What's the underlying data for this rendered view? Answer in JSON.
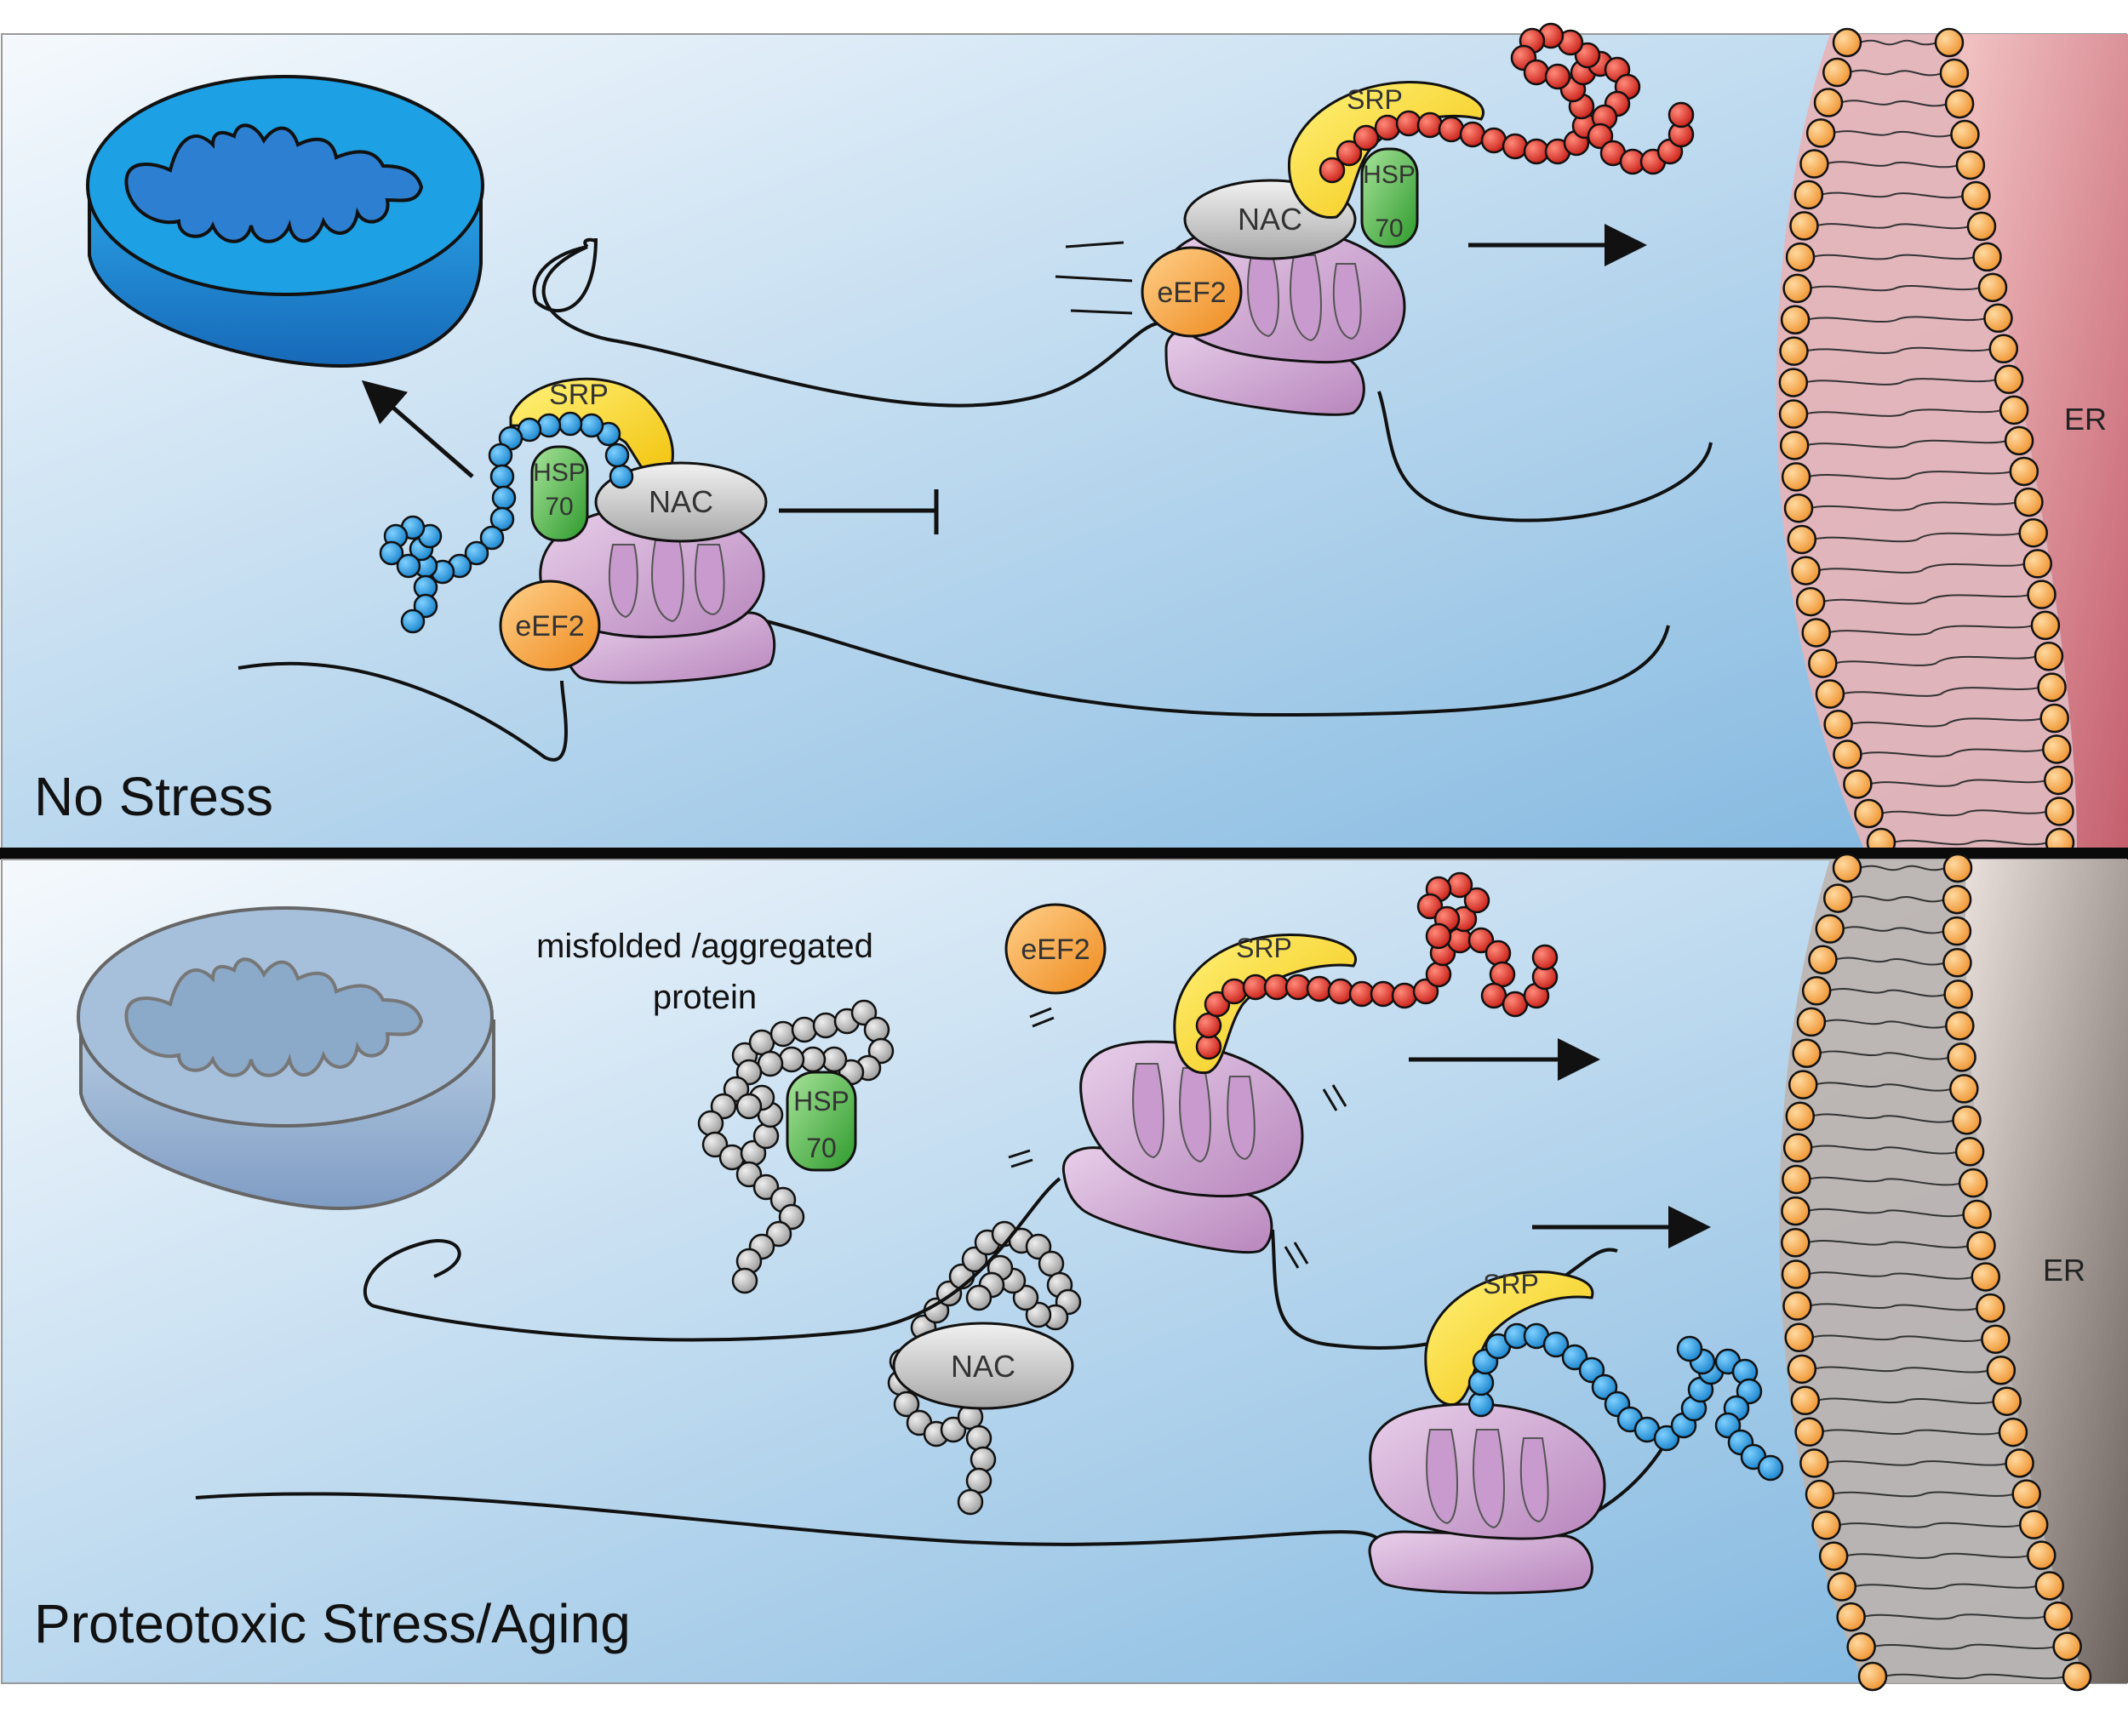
{
  "panels": {
    "top": {
      "title": "No Stress",
      "er_label": "ER"
    },
    "bottom": {
      "title": "Proteotoxic Stress/Aging",
      "er_label": "ER",
      "aggregate_caption": [
        "misfolded /aggregated",
        "protein"
      ]
    }
  },
  "factor_labels": {
    "srp": "SRP",
    "nac": "NAC",
    "hsp70": [
      "HSP",
      "70"
    ],
    "eef2": "eEF2"
  },
  "colors": {
    "panel_top_bg_start": "#f2f7fc",
    "panel_top_bg_end": "#84b9e0",
    "panel_bottom_bg_start": "#f2f7fc",
    "panel_bottom_bg_end": "#84b9e0",
    "er_top": "#c9606e",
    "er_bottom": "#6f6663",
    "lipid_head": "#f7a540",
    "ribosome": "#c99bcd",
    "srp": "#f7d51b",
    "nac": "#c8c8c8",
    "hsp70": "#4caf3c",
    "eef2": "#f39a2b",
    "nascent_red": "#d7261e",
    "nascent_blue": "#1e94d8",
    "aggregate_gray": "#b4b4b4",
    "mitochondrion_healthy": "#2a9fe0",
    "mitochondrion_damaged": "#9cb5cf"
  }
}
